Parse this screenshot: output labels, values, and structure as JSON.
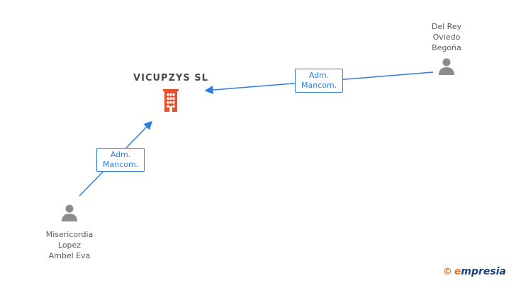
{
  "company": {
    "name": "VICUPZYS SL"
  },
  "persons": [
    {
      "id": "del-rey-oviedo-begona",
      "lines": [
        "Del Rey",
        "Oviedo",
        "Begoña"
      ]
    },
    {
      "id": "misericordia-lopez-ambel-eva",
      "lines": [
        "Misericordia",
        "Lopez",
        "Ambel Eva"
      ]
    }
  ],
  "edges": [
    {
      "label_lines": [
        "Adm.",
        "Mancom."
      ]
    },
    {
      "label_lines": [
        "Adm.",
        "Mancom."
      ]
    }
  ],
  "footer": {
    "copyright": "©",
    "brand": "empresia"
  },
  "colors": {
    "edge_blue": "#2e7ce0",
    "building_orange": "#e8502a",
    "person_gray": "#8c8c8c",
    "text_gray": "#5a5a5a",
    "brand_navy": "#1b3f7a",
    "brand_orange": "#e8711a"
  }
}
